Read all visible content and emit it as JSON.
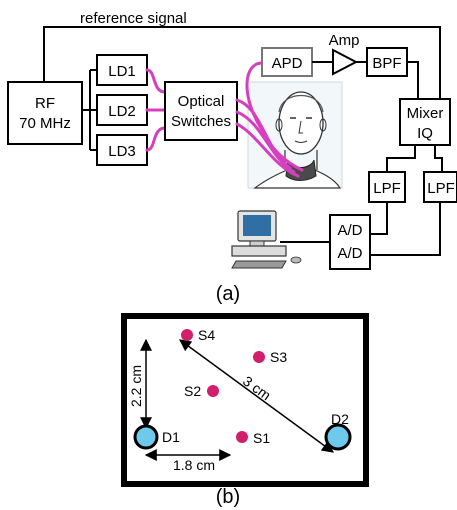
{
  "panel_a": {
    "caption": "(a)",
    "reference_signal": "reference signal",
    "rf": {
      "line1": "RF",
      "line2": "70 MHz"
    },
    "lasers": [
      "LD1",
      "LD2",
      "LD3"
    ],
    "optical_switches": {
      "line1": "Optical",
      "line2": "Switches"
    },
    "apd": "APD",
    "amp": "Amp",
    "bpf": "BPF",
    "mixer": {
      "line1": "Mixer",
      "line2": "IQ"
    },
    "lpf_left": "LPF",
    "lpf_right": "LPF",
    "ad_top": "A/D",
    "ad_bottom": "A/D"
  },
  "panel_b": {
    "caption": "(b)",
    "sources": [
      "S1",
      "S2",
      "S3",
      "S4"
    ],
    "detectors": [
      "D1",
      "D2"
    ],
    "dim_vertical": "2.2 cm",
    "dim_horizontal": "1.8 cm",
    "dim_diagonal": "3 cm"
  },
  "colors": {
    "fiber": "#d63fbf",
    "source_dot": "#d11f6e",
    "detector_fill": "#6ec9ec",
    "probe_frame": "#000000"
  }
}
